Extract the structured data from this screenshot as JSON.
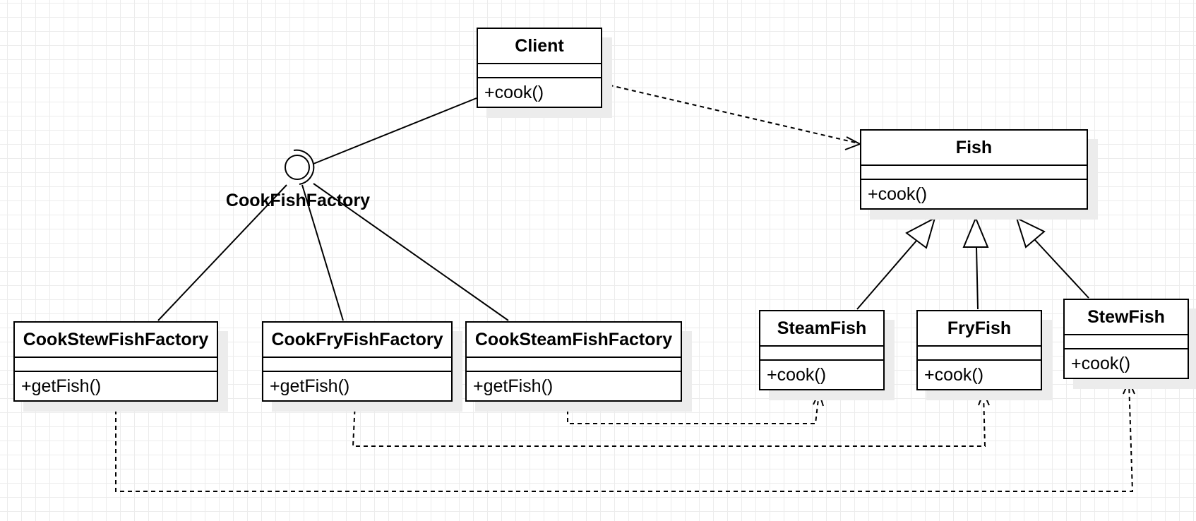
{
  "diagram": {
    "interface": {
      "name": "CookFishFactory"
    },
    "classes": {
      "client": {
        "name": "Client",
        "operation": "+cook()"
      },
      "fish": {
        "name": "Fish",
        "operation": "+cook()"
      },
      "steam_fish": {
        "name": "SteamFish",
        "operation": "+cook()"
      },
      "fry_fish": {
        "name": "FryFish",
        "operation": "+cook()"
      },
      "stew_fish": {
        "name": "StewFish",
        "operation": "+cook()"
      },
      "cook_stew_fish_factory": {
        "name": "CookStewFishFactory",
        "operation": "+getFish()"
      },
      "cook_fry_fish_factory": {
        "name": "CookFryFishFactory",
        "operation": "+getFish()"
      },
      "cook_steam_fish_factory": {
        "name": "CookSteamFishFactory",
        "operation": "+getFish()"
      }
    }
  }
}
